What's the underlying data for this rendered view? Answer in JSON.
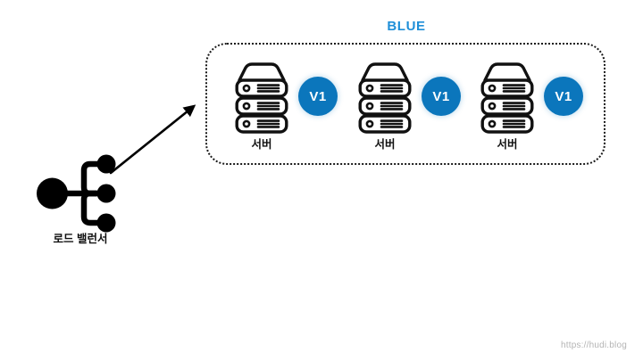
{
  "diagram": {
    "background_color": "#ffffff",
    "group": {
      "title": "BLUE",
      "title_color": "#1f8fd8",
      "border_style": "dotted",
      "border_color": "#1a1a1a",
      "servers": [
        {
          "label": "서버",
          "version": "V1",
          "icon": "server-rack-icon"
        },
        {
          "label": "서버",
          "version": "V1",
          "icon": "server-rack-icon"
        },
        {
          "label": "서버",
          "version": "V1",
          "icon": "server-rack-icon"
        }
      ],
      "badge_color": "#0b76bc",
      "badge_text_color": "#ffffff"
    },
    "load_balancer": {
      "label": "로드 밸런서",
      "icon": "load-balancer-share-icon",
      "color": "#000000",
      "branch_count": 3
    },
    "arrow": {
      "icon": "arrow-up-right-icon",
      "color": "#000000",
      "from": "load-balancer",
      "to": "blue-group"
    },
    "watermark": "https://hudi.blog"
  }
}
